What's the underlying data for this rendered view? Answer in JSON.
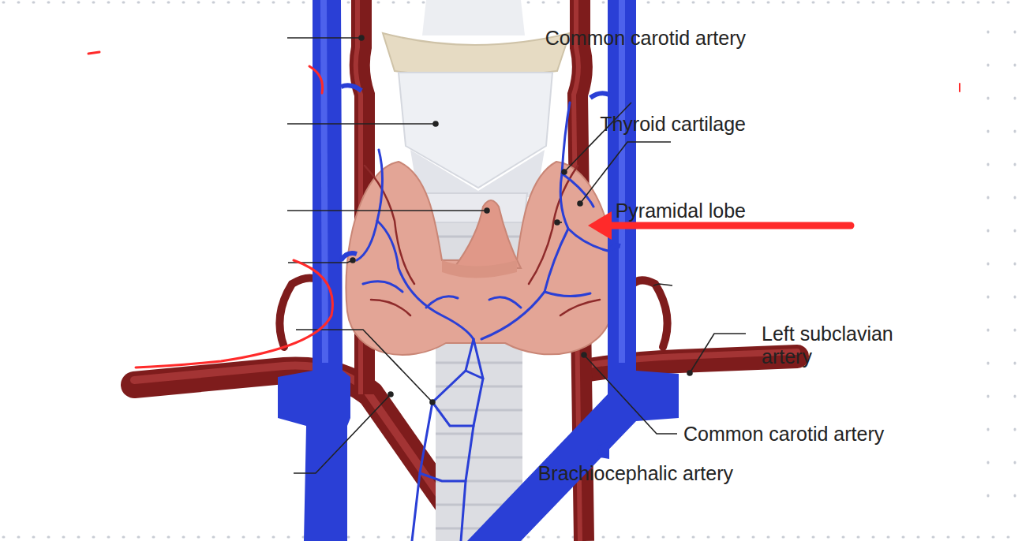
{
  "diagram": {
    "labels": [
      "Common carotid artery",
      "Thyroid cartilage",
      "Pyramidal lobe",
      "Left subclavian artery",
      "Common carotid artery",
      "Brachiocephalic artery"
    ]
  }
}
